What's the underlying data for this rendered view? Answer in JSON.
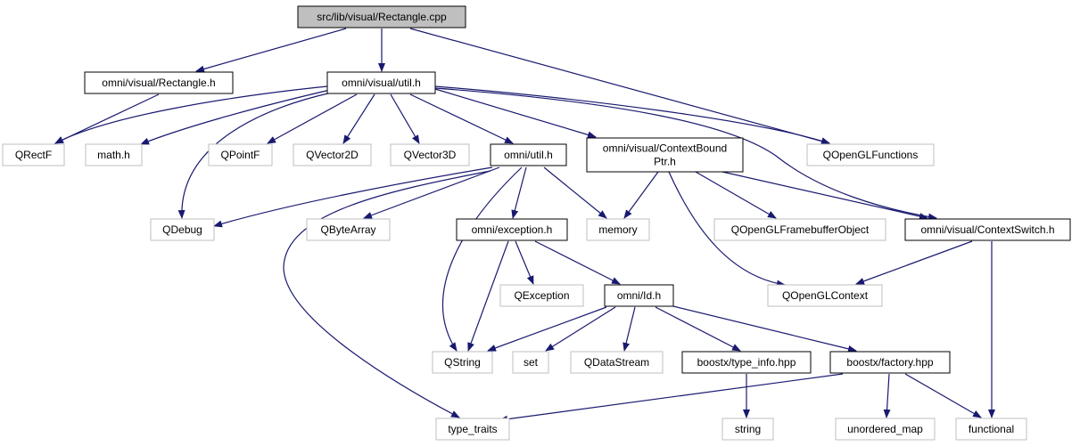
{
  "colors": {
    "edge": "#191970",
    "internal_border": "#000000",
    "external_border": "#bfbfbf",
    "root_fill": "#bfbfbf",
    "node_fill": "#ffffff",
    "text": "#000000"
  },
  "nodes": [
    {
      "id": "root",
      "lines": [
        "src/lib/visual/Rectangle.cpp"
      ],
      "kind": "root"
    },
    {
      "id": "rectangle_h",
      "lines": [
        "omni/visual/Rectangle.h"
      ],
      "kind": "internal"
    },
    {
      "id": "visual_util_h",
      "lines": [
        "omni/visual/util.h"
      ],
      "kind": "internal"
    },
    {
      "id": "qopenglfunctions",
      "lines": [
        "QOpenGLFunctions"
      ],
      "kind": "external"
    },
    {
      "id": "qrectf",
      "lines": [
        "QRectF"
      ],
      "kind": "external"
    },
    {
      "id": "math_h",
      "lines": [
        "math.h"
      ],
      "kind": "external"
    },
    {
      "id": "qpointf",
      "lines": [
        "QPointF"
      ],
      "kind": "external"
    },
    {
      "id": "qvector2d",
      "lines": [
        "QVector2D"
      ],
      "kind": "external"
    },
    {
      "id": "qvector3d",
      "lines": [
        "QVector3D"
      ],
      "kind": "external"
    },
    {
      "id": "omni_util_h",
      "lines": [
        "omni/util.h"
      ],
      "kind": "internal"
    },
    {
      "id": "contextboundptr_h",
      "lines": [
        "omni/visual/ContextBound",
        "Ptr.h"
      ],
      "kind": "internal"
    },
    {
      "id": "qdebug",
      "lines": [
        "QDebug"
      ],
      "kind": "external"
    },
    {
      "id": "qbytearray",
      "lines": [
        "QByteArray"
      ],
      "kind": "external"
    },
    {
      "id": "exception_h",
      "lines": [
        "omni/exception.h"
      ],
      "kind": "internal"
    },
    {
      "id": "memory",
      "lines": [
        "memory"
      ],
      "kind": "external"
    },
    {
      "id": "qopenglframebufferobject",
      "lines": [
        "QOpenGLFramebufferObject"
      ],
      "kind": "external"
    },
    {
      "id": "contextswitch_h",
      "lines": [
        "omni/visual/ContextSwitch.h"
      ],
      "kind": "internal"
    },
    {
      "id": "qexception",
      "lines": [
        "QException"
      ],
      "kind": "external"
    },
    {
      "id": "id_h",
      "lines": [
        "omni/Id.h"
      ],
      "kind": "internal"
    },
    {
      "id": "qopenglcontext",
      "lines": [
        "QOpenGLContext"
      ],
      "kind": "external"
    },
    {
      "id": "qstring",
      "lines": [
        "QString"
      ],
      "kind": "external"
    },
    {
      "id": "set",
      "lines": [
        "set"
      ],
      "kind": "external"
    },
    {
      "id": "qdatastream",
      "lines": [
        "QDataStream"
      ],
      "kind": "external"
    },
    {
      "id": "type_info_hpp",
      "lines": [
        "boostx/type_info.hpp"
      ],
      "kind": "internal"
    },
    {
      "id": "factory_hpp",
      "lines": [
        "boostx/factory.hpp"
      ],
      "kind": "internal"
    },
    {
      "id": "string",
      "lines": [
        "string"
      ],
      "kind": "external"
    },
    {
      "id": "type_traits",
      "lines": [
        "type_traits"
      ],
      "kind": "external"
    },
    {
      "id": "unordered_map",
      "lines": [
        "unordered_map"
      ],
      "kind": "external"
    },
    {
      "id": "functional",
      "lines": [
        "functional"
      ],
      "kind": "external"
    }
  ],
  "edges": [
    {
      "from": "root",
      "to": "rectangle_h"
    },
    {
      "from": "root",
      "to": "visual_util_h"
    },
    {
      "from": "root",
      "to": "qopenglfunctions"
    },
    {
      "from": "rectangle_h",
      "to": "qrectf"
    },
    {
      "from": "visual_util_h",
      "to": "qrectf"
    },
    {
      "from": "visual_util_h",
      "to": "math_h"
    },
    {
      "from": "visual_util_h",
      "to": "qdebug"
    },
    {
      "from": "visual_util_h",
      "to": "qpointf"
    },
    {
      "from": "visual_util_h",
      "to": "qvector2d"
    },
    {
      "from": "visual_util_h",
      "to": "qvector3d"
    },
    {
      "from": "visual_util_h",
      "to": "omni_util_h"
    },
    {
      "from": "visual_util_h",
      "to": "contextboundptr_h"
    },
    {
      "from": "visual_util_h",
      "to": "qopenglfunctions"
    },
    {
      "from": "visual_util_h",
      "to": "contextswitch_h"
    },
    {
      "from": "omni_util_h",
      "to": "qdebug"
    },
    {
      "from": "omni_util_h",
      "to": "qbytearray"
    },
    {
      "from": "omni_util_h",
      "to": "exception_h"
    },
    {
      "from": "omni_util_h",
      "to": "memory"
    },
    {
      "from": "omni_util_h",
      "to": "qstring"
    },
    {
      "from": "omni_util_h",
      "to": "type_traits"
    },
    {
      "from": "contextboundptr_h",
      "to": "memory"
    },
    {
      "from": "contextboundptr_h",
      "to": "qopenglframebufferobject"
    },
    {
      "from": "contextboundptr_h",
      "to": "contextswitch_h"
    },
    {
      "from": "contextboundptr_h",
      "to": "qopenglcontext"
    },
    {
      "from": "contextswitch_h",
      "to": "qopenglcontext"
    },
    {
      "from": "contextswitch_h",
      "to": "functional"
    },
    {
      "from": "exception_h",
      "to": "qexception"
    },
    {
      "from": "exception_h",
      "to": "id_h"
    },
    {
      "from": "exception_h",
      "to": "qstring"
    },
    {
      "from": "id_h",
      "to": "qstring"
    },
    {
      "from": "id_h",
      "to": "set"
    },
    {
      "from": "id_h",
      "to": "qdatastream"
    },
    {
      "from": "id_h",
      "to": "type_info_hpp"
    },
    {
      "from": "id_h",
      "to": "factory_hpp"
    },
    {
      "from": "type_info_hpp",
      "to": "string"
    },
    {
      "from": "factory_hpp",
      "to": "type_traits"
    },
    {
      "from": "factory_hpp",
      "to": "unordered_map"
    },
    {
      "from": "factory_hpp",
      "to": "functional"
    }
  ]
}
